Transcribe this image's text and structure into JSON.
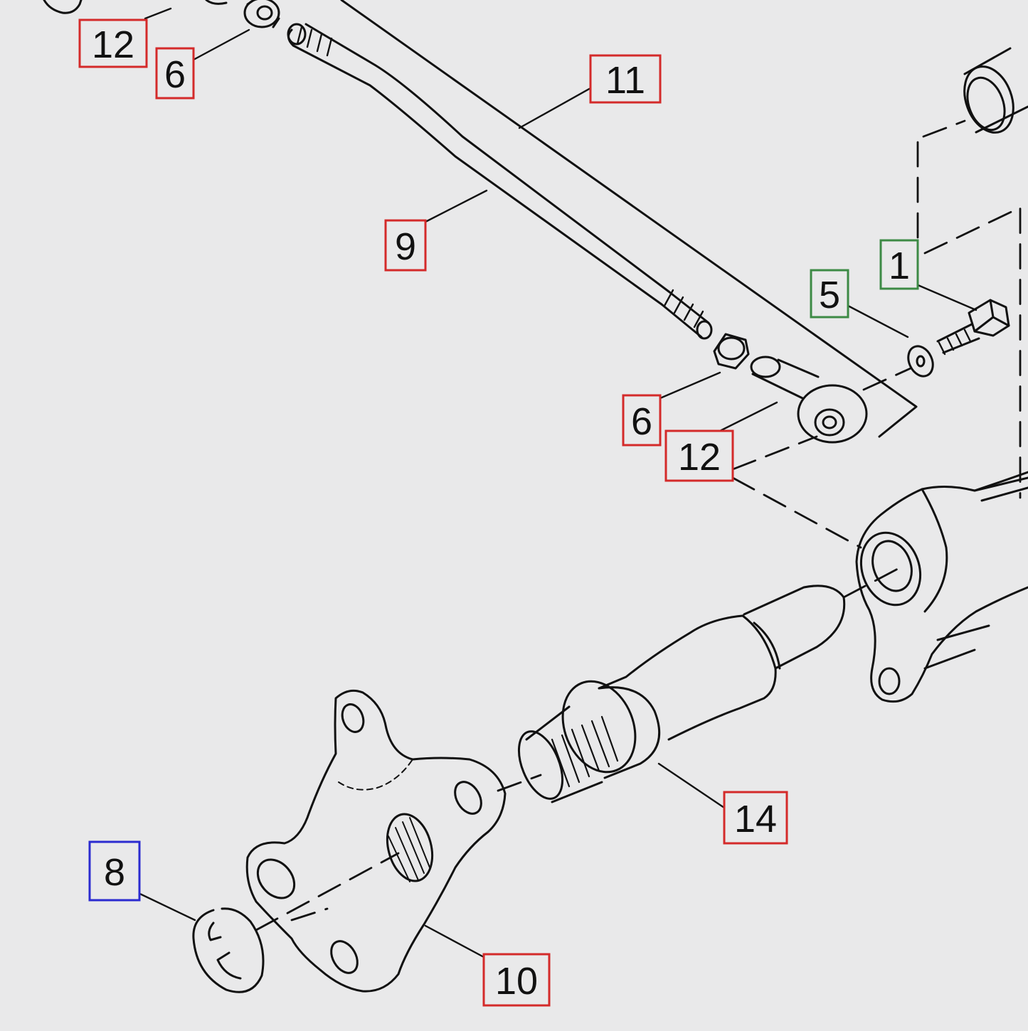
{
  "callouts": [
    {
      "id": "c12a",
      "label": "12",
      "color": "red"
    },
    {
      "id": "c6a",
      "label": "6",
      "color": "red"
    },
    {
      "id": "c11",
      "label": "11",
      "color": "red"
    },
    {
      "id": "c9",
      "label": "9",
      "color": "red"
    },
    {
      "id": "c1",
      "label": "1",
      "color": "green"
    },
    {
      "id": "c5",
      "label": "5",
      "color": "green"
    },
    {
      "id": "c6b",
      "label": "6",
      "color": "red"
    },
    {
      "id": "c12b",
      "label": "12",
      "color": "red"
    },
    {
      "id": "c14",
      "label": "14",
      "color": "red"
    },
    {
      "id": "c8",
      "label": "8",
      "color": "blue"
    },
    {
      "id": "c10",
      "label": "10",
      "color": "red"
    }
  ],
  "colors": {
    "red": "#d42a2a",
    "green": "#3d8a45",
    "blue": "#2b2bd0",
    "line": "#111111",
    "background": "#e9e9ea"
  }
}
